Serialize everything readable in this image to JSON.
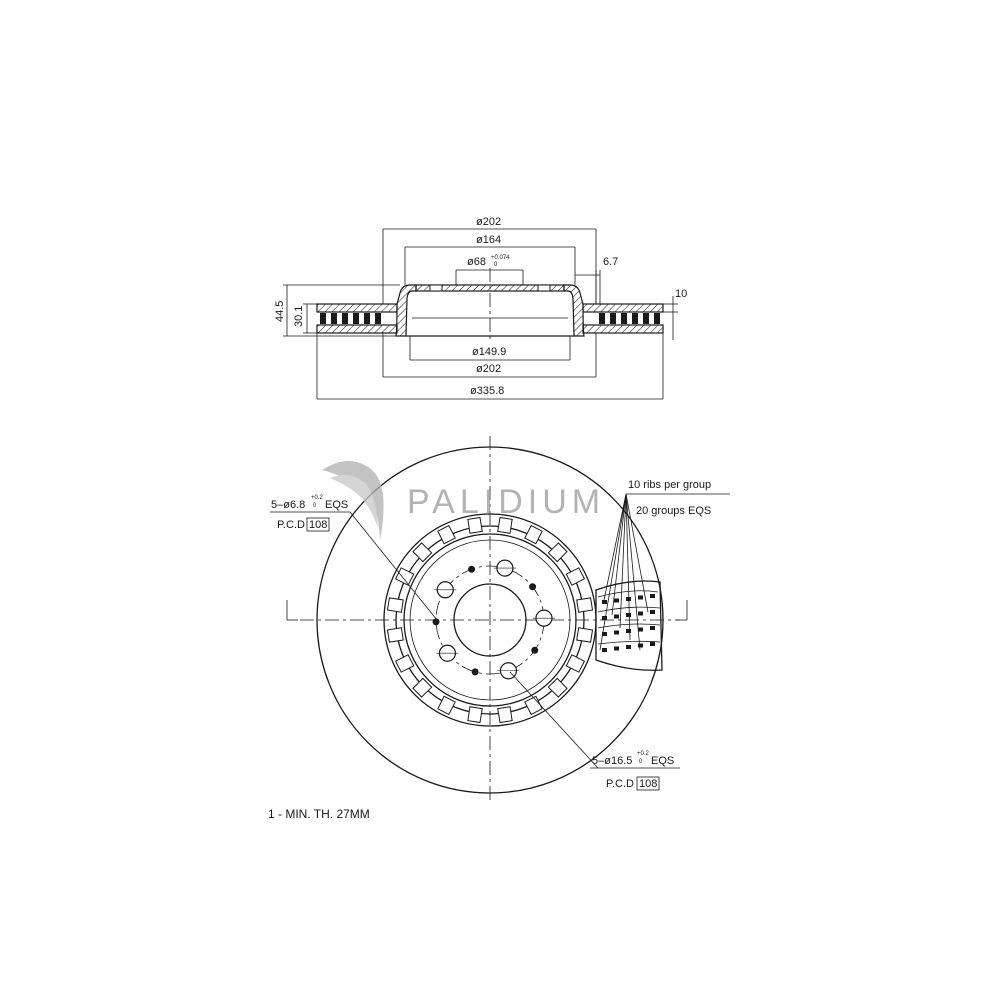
{
  "brand": {
    "name": "PALIDIUM",
    "color": "#9a9a9a"
  },
  "section_view": {
    "dim_d202_top": "ø202",
    "dim_d164": "ø164",
    "dim_d68": "ø68",
    "dim_d68_tol": "+0.074",
    "dim_d68_tol_low": "0",
    "dim_6_7": "6.7",
    "dim_10": "10",
    "dim_44_5": "44.5",
    "dim_30_1": "30.1",
    "dim_d149_9": "ø149.9",
    "dim_d202_bottom": "ø202",
    "dim_d335_8": "ø335.8"
  },
  "front_view": {
    "ribs_note_1": "10 ribs per group",
    "ribs_note_2": "20 groups EQS",
    "small_holes": "5–ø6.8",
    "small_holes_tol": "+0.2",
    "small_holes_tol_low": "0",
    "small_holes_eqs": "EQS",
    "small_pcd_label": "P.C.D",
    "small_pcd_value": "108",
    "big_holes": "5–ø16.5",
    "big_holes_tol": "+0.2",
    "big_holes_tol_low": "0",
    "big_holes_eqs": "EQS",
    "big_pcd_label": "P.C.D",
    "big_pcd_value": "108",
    "note": "1 - MIN. TH. 27MM"
  }
}
